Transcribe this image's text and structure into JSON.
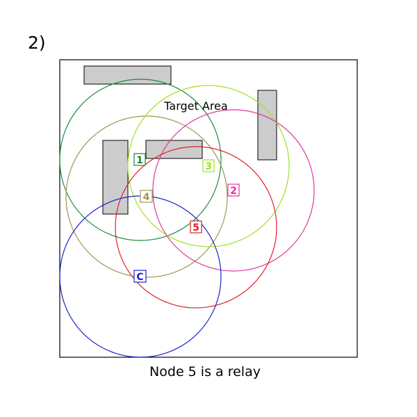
{
  "figure_label": "2)",
  "area_label": "Target Area",
  "caption": "Node 5 is a relay",
  "nodes": [
    {
      "id": "1",
      "color": "#1a8a3a"
    },
    {
      "id": "2",
      "color": "#e0359c"
    },
    {
      "id": "3",
      "color": "#9ee21e"
    },
    {
      "id": "4",
      "color": "#9a9650"
    },
    {
      "id": "5",
      "color": "#e0202a"
    },
    {
      "id": "C",
      "color": "#1a22c8"
    }
  ],
  "obstacle_color": "#cccccc"
}
